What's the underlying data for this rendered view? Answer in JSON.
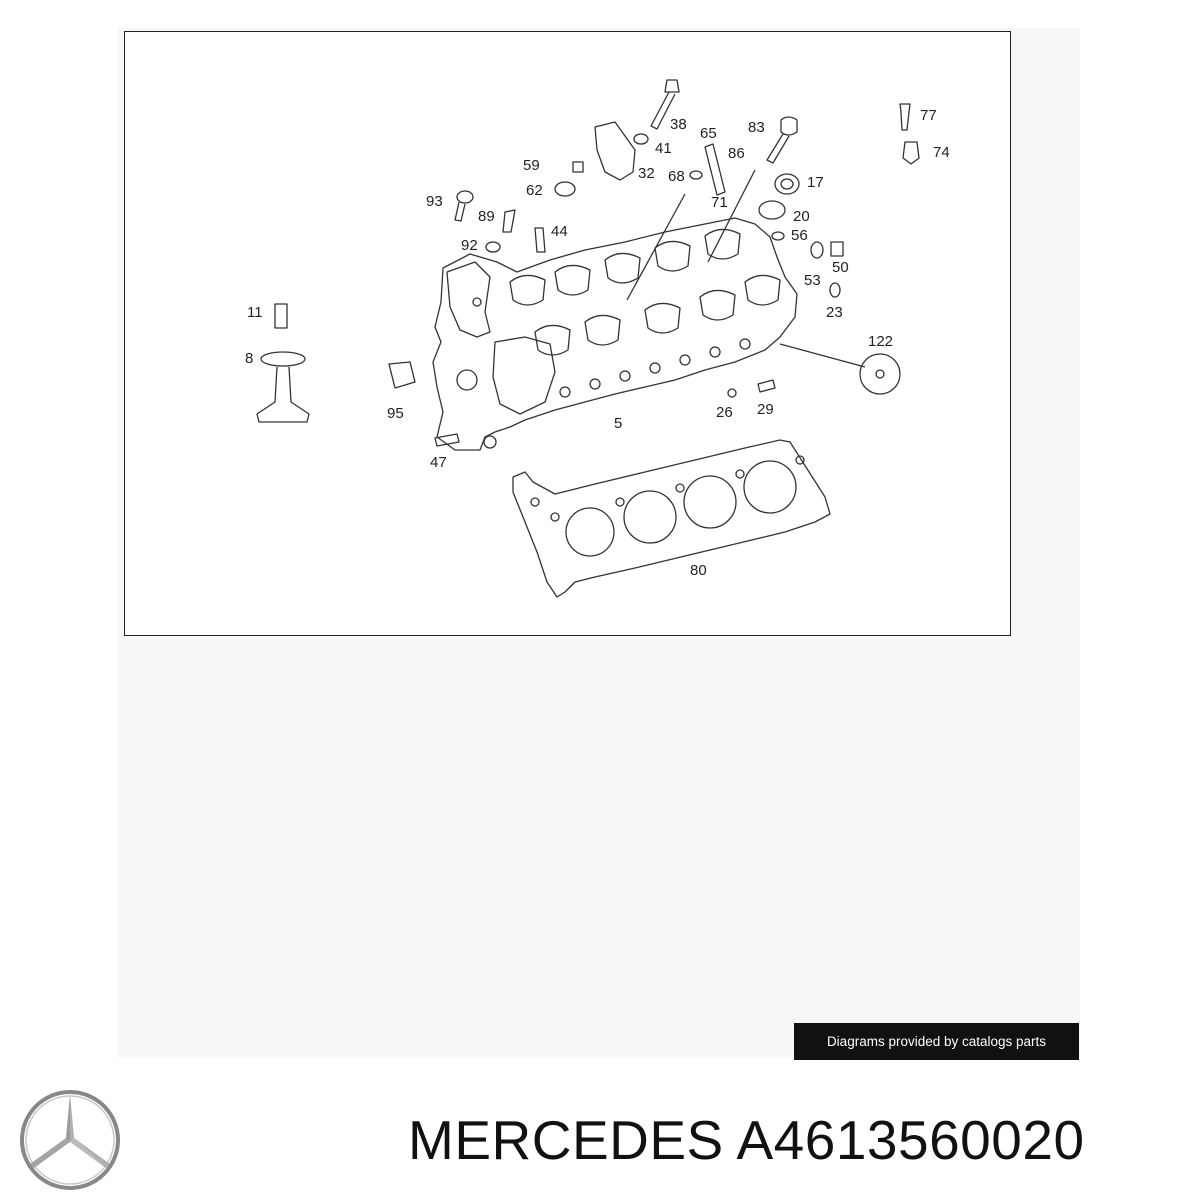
{
  "diagram": {
    "callouts": [
      {
        "id": "c38",
        "label": "38"
      },
      {
        "id": "c41",
        "label": "41"
      },
      {
        "id": "c65",
        "label": "65"
      },
      {
        "id": "c83",
        "label": "83"
      },
      {
        "id": "c86",
        "label": "86"
      },
      {
        "id": "c77",
        "label": "77"
      },
      {
        "id": "c74",
        "label": "74"
      },
      {
        "id": "c59",
        "label": "59"
      },
      {
        "id": "c32",
        "label": "32"
      },
      {
        "id": "c68",
        "label": "68"
      },
      {
        "id": "c17",
        "label": "17"
      },
      {
        "id": "c62",
        "label": "62"
      },
      {
        "id": "c93",
        "label": "93"
      },
      {
        "id": "c71",
        "label": "71"
      },
      {
        "id": "c89",
        "label": "89"
      },
      {
        "id": "c20",
        "label": "20"
      },
      {
        "id": "c44",
        "label": "44"
      },
      {
        "id": "c56",
        "label": "56"
      },
      {
        "id": "c92",
        "label": "92"
      },
      {
        "id": "c50",
        "label": "50"
      },
      {
        "id": "c53",
        "label": "53"
      },
      {
        "id": "c11",
        "label": "11"
      },
      {
        "id": "c23",
        "label": "23"
      },
      {
        "id": "c122",
        "label": "122"
      },
      {
        "id": "c8",
        "label": "8"
      },
      {
        "id": "c26",
        "label": "26"
      },
      {
        "id": "c29",
        "label": "29"
      },
      {
        "id": "c95",
        "label": "95"
      },
      {
        "id": "c5",
        "label": "5"
      },
      {
        "id": "c47",
        "label": "47"
      },
      {
        "id": "c80",
        "label": "80"
      }
    ]
  },
  "credit": "Diagrams provided by catalogs parts",
  "brand": {
    "logo_icon": "mercedes-star-icon",
    "title": "MERCEDES A4613560020"
  }
}
